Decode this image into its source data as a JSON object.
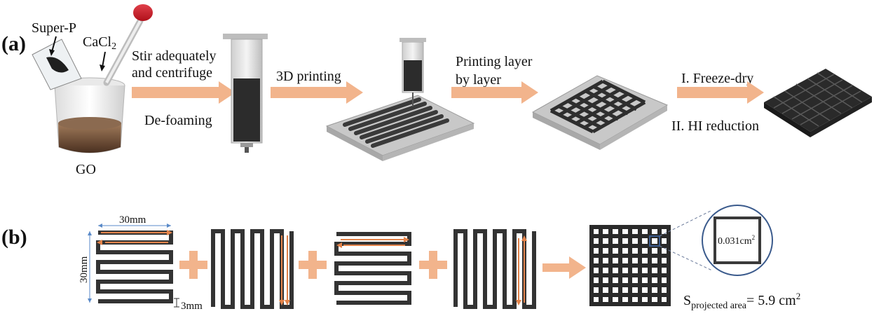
{
  "panel_a": {
    "label": "(a)",
    "super_p": "Super-P",
    "cacl2_main": "CaCl",
    "cacl2_sub": "2",
    "go": "GO",
    "step1_line1": "Stir adequately",
    "step1_line2": "and centrifuge",
    "step1_below": "De-foaming",
    "step2": "3D printing",
    "step3_line1": "Printing layer",
    "step3_line2": "by layer",
    "step4_top": "I. Freeze-dry",
    "step4_bottom": "II. HI reduction"
  },
  "panel_b": {
    "label": "(b)",
    "width_label": "30mm",
    "height_label": "30mm",
    "gap_label": "3mm",
    "cell_area_value": "0.031cm",
    "cell_area_sup": "2",
    "proj_S": "S",
    "proj_sub": "projected area",
    "proj_eq": "= 5.9 cm",
    "proj_sup": "2"
  },
  "colors": {
    "arrow": "#f2b48c",
    "arrow_line": "#e3834a",
    "trace": "#333333",
    "ink": "#2c2c2c",
    "circle": "#3a5a8c"
  }
}
